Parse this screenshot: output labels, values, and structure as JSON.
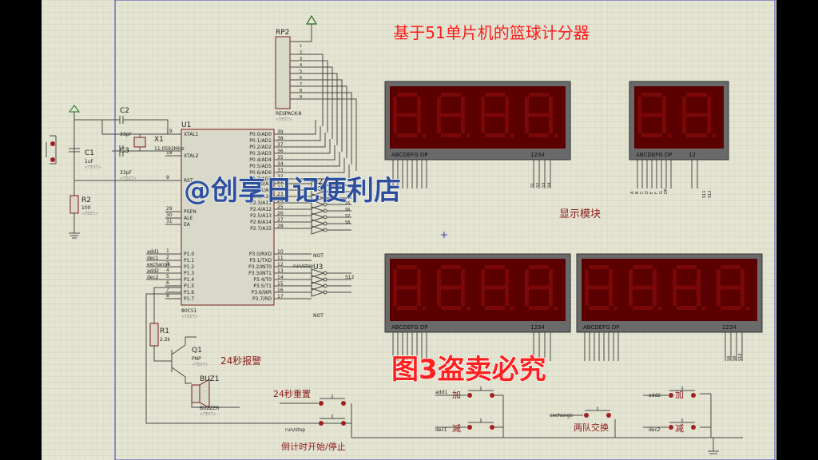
{
  "title": "基于51单片机的篮球计分器",
  "watermark_user": "@创享日记便利店",
  "watermark_fig": "图3盗卖必究",
  "rp2": {
    "ref": "RP2",
    "model": "RESPACK-8",
    "text": "<TEXT>",
    "pins": [
      "1",
      "2",
      "3",
      "4",
      "5",
      "6",
      "7",
      "8",
      "9"
    ]
  },
  "mcu": {
    "ref": "U1",
    "model": "80C51",
    "text": "<TEXT>",
    "left_pins": [
      {
        "num": "19",
        "name": "XTAL1"
      },
      {
        "num": "18",
        "name": "XTAL2"
      },
      {
        "num": "9",
        "name": "RST"
      },
      {
        "num": "29",
        "name": "PSEN"
      },
      {
        "num": "30",
        "name": "ALE"
      },
      {
        "num": "31",
        "name": "EA"
      },
      {
        "num": "1",
        "name": "P1.0"
      },
      {
        "num": "2",
        "name": "P1.1"
      },
      {
        "num": "3",
        "name": "P1.2"
      },
      {
        "num": "4",
        "name": "P1.3"
      },
      {
        "num": "5",
        "name": "P1.4"
      },
      {
        "num": "6",
        "name": "P1.5"
      },
      {
        "num": "7",
        "name": "P1.6"
      },
      {
        "num": "8",
        "name": "P1.7"
      }
    ],
    "right_pins": [
      {
        "num": "39",
        "name": "P0.0/AD0"
      },
      {
        "num": "38",
        "name": "P0.1/AD1"
      },
      {
        "num": "37",
        "name": "P0.2/AD2"
      },
      {
        "num": "36",
        "name": "P0.3/AD3"
      },
      {
        "num": "35",
        "name": "P0.4/AD4"
      },
      {
        "num": "34",
        "name": "P0.5/AD5"
      },
      {
        "num": "33",
        "name": "P0.6/AD6"
      },
      {
        "num": "32",
        "name": "P0.7/AD7"
      },
      {
        "num": "21",
        "name": "P2.0/A8"
      },
      {
        "num": "22",
        "name": "P2.1/A9"
      },
      {
        "num": "23",
        "name": "P2.2/A10"
      },
      {
        "num": "24",
        "name": "P2.3/A11"
      },
      {
        "num": "25",
        "name": "P2.4/A12"
      },
      {
        "num": "26",
        "name": "P2.5/A13"
      },
      {
        "num": "27",
        "name": "P2.6/A14"
      },
      {
        "num": "28",
        "name": "P2.7/A15"
      },
      {
        "num": "10",
        "name": "P3.0/RXD"
      },
      {
        "num": "11",
        "name": "P3.1/TXD"
      },
      {
        "num": "12",
        "name": "P3.2/INT0"
      },
      {
        "num": "13",
        "name": "P3.3/INT1"
      },
      {
        "num": "14",
        "name": "P3.4/T0"
      },
      {
        "num": "15",
        "name": "P3.5/T1"
      },
      {
        "num": "16",
        "name": "P3.6/WR"
      },
      {
        "num": "17",
        "name": "P3.7/RD"
      }
    ],
    "p1_nets": [
      "add1",
      "dec1",
      "exchange",
      "add2",
      "dec2"
    ]
  },
  "components": {
    "c1": {
      "ref": "C1",
      "value": "1uF",
      "text": "<TEXT>"
    },
    "c2": {
      "ref": "C2",
      "value": "33pF",
      "text": "<TEXT>"
    },
    "c3": {
      "ref": "C3",
      "value": "33pF",
      "text": "<TEXT>"
    },
    "x1": {
      "ref": "X1",
      "value": "11.0592MHz",
      "text": "<TEXT>"
    },
    "r2": {
      "ref": "R2",
      "value": "100",
      "text": "<TEXT>"
    },
    "r1": {
      "ref": "R1",
      "value": "2.2k",
      "text": "<TEXT>"
    },
    "q1": {
      "ref": "Q1",
      "value": "PNP",
      "text": "<TEXT>"
    },
    "buz": {
      "ref": "BUZ1",
      "value": "BUZZER",
      "text": "<TEXT>"
    }
  },
  "gates": {
    "u2": "U2",
    "u3": "U3",
    "not_label": "NOT",
    "runstop": "run/stop",
    "s12": "S12"
  },
  "display_section_label": "显示模块",
  "displays": [
    {
      "id": "d1",
      "digits": 4,
      "seg_label": "ABCDEFG  DP",
      "pin_label": "1234"
    },
    {
      "id": "d2",
      "digits": 2,
      "seg_label": "ABCDEFG  DP",
      "pin_label": "12"
    },
    {
      "id": "d3",
      "digits": 4,
      "seg_label": "ABCDEFG  DP",
      "pin_label": "1234"
    },
    {
      "id": "d4",
      "digits": 4,
      "seg_label": "ABCDEFG  DP",
      "pin_label": "1234"
    }
  ],
  "net_labels": {
    "d1": [
      "S1",
      "S2",
      "S3",
      "S4"
    ],
    "d2_seg": [
      "A",
      "B",
      "C",
      "D",
      "E",
      "F",
      "G",
      "DP"
    ],
    "d2_sel": [
      "S11",
      "S12"
    ],
    "d4": [
      "S8",
      "S9",
      "S10"
    ],
    "left_sel": [
      "S5",
      "S6",
      "S7",
      "S8"
    ]
  },
  "labels": {
    "alarm": "24秒报警",
    "reset24": "24秒重置",
    "startstop": "倒计时开始/停止",
    "add": "加",
    "dec": "减",
    "swap": "两队交换"
  },
  "buttons": {
    "add1": "add1",
    "dec1": "dec1",
    "runstop": "run/stop",
    "exchange": "exchange",
    "add2": "add2",
    "dec2": "dec2"
  },
  "colors": {
    "grid_bg": "#e4e4d2",
    "wire": "#4a4a4a",
    "part_outline": "#7a1b1b",
    "part_fill": "#d9d9c9",
    "display_frame": "#6a6a6a",
    "display_face": "#5a0000",
    "segment_off": "#7a0808",
    "title_red": "#ff1c1c",
    "watermark_blue": "#2d4f9c",
    "watermark_red": "#ff2020",
    "label_red": "#8b1a1a"
  }
}
